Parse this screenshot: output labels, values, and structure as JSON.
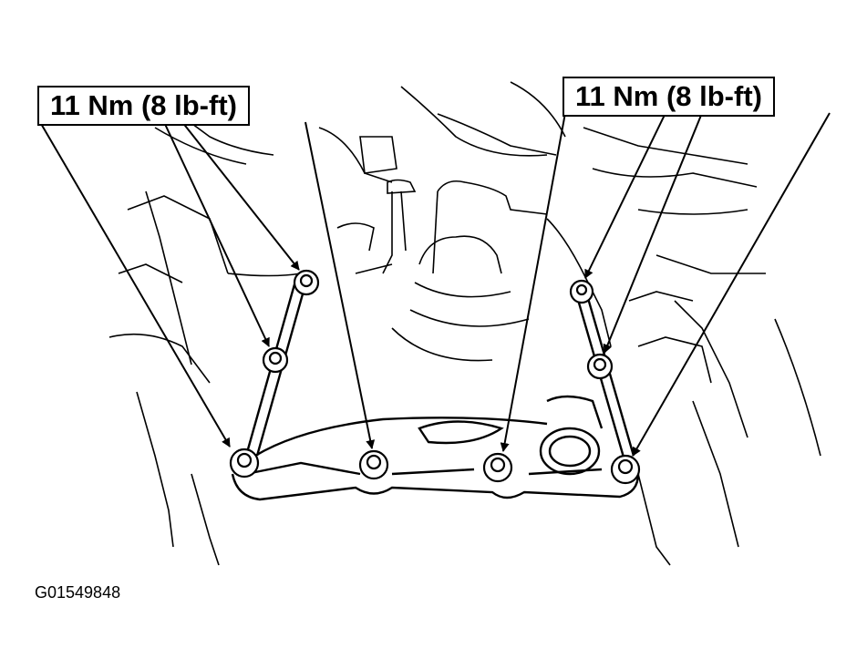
{
  "callouts": {
    "left_torque": "11 Nm (8 lb-ft)",
    "right_torque": "11 Nm (8 lb-ft)"
  },
  "figure_id": "G01549848",
  "colors": {
    "line": "#000000",
    "background": "#ffffff"
  }
}
